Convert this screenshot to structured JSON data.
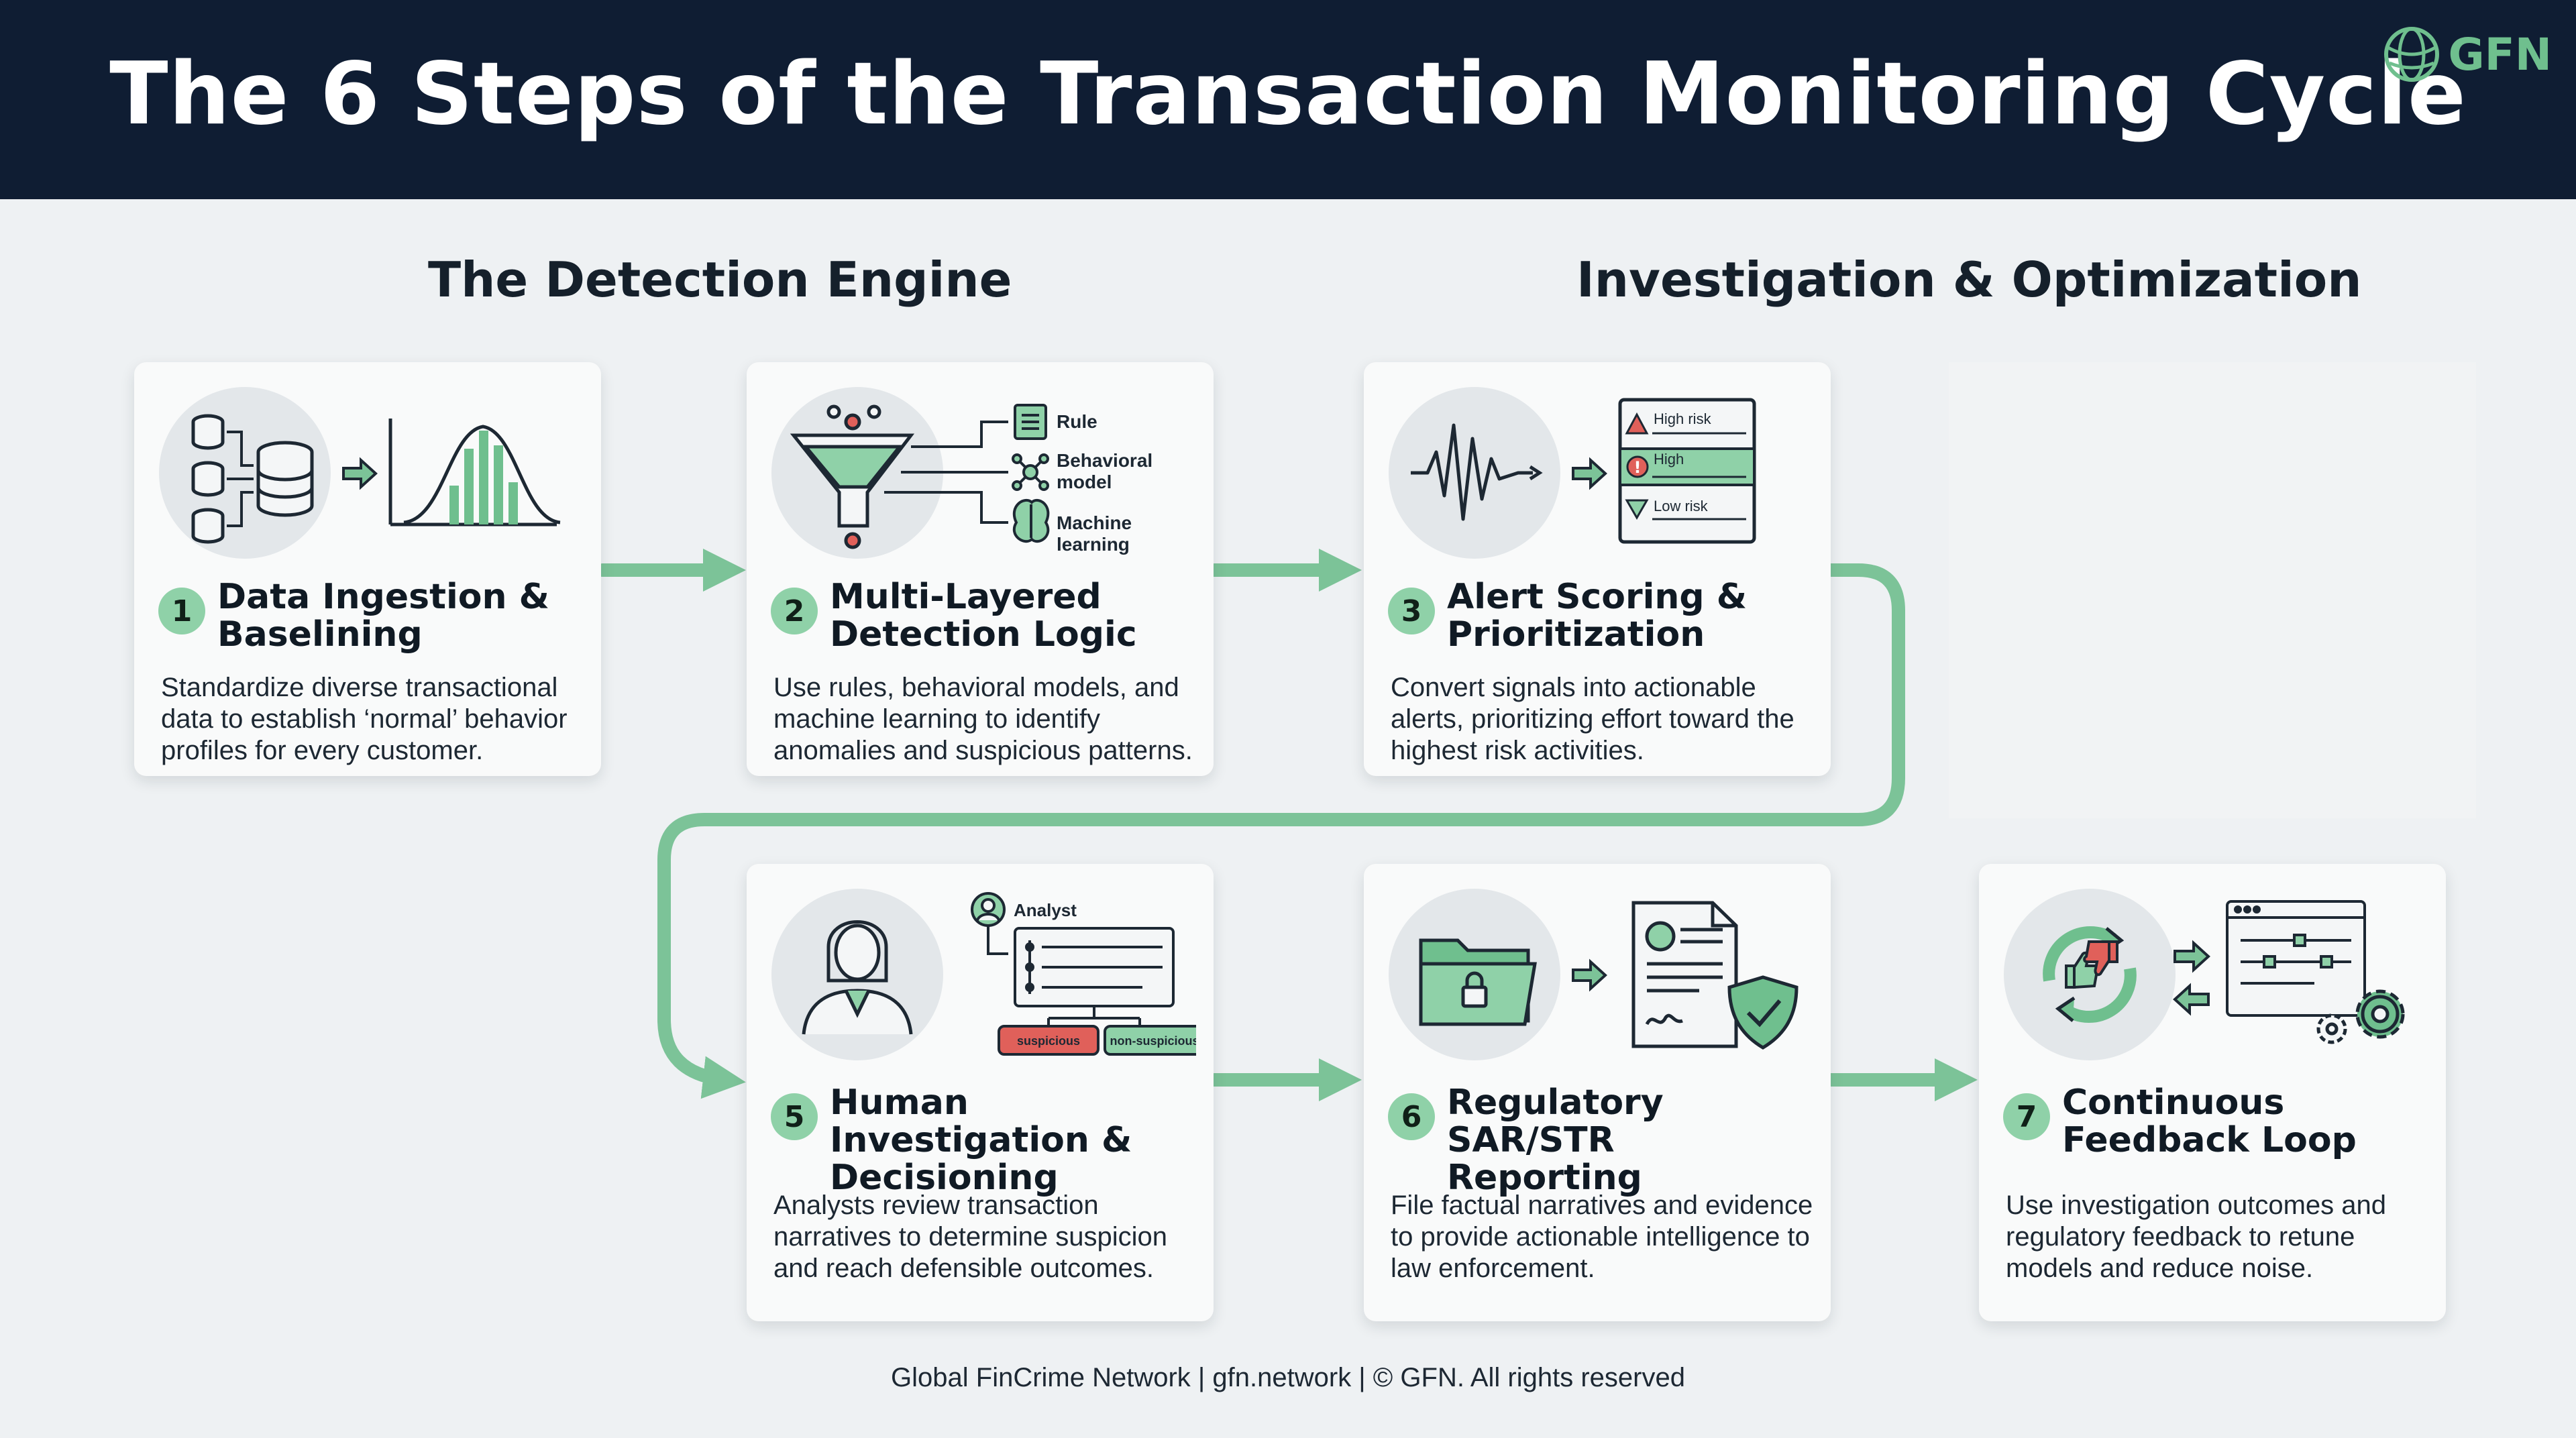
{
  "header": {
    "title": "The 6 Steps of the Transaction Monitoring Cycle",
    "logo_text": "GFN"
  },
  "sections": {
    "left": "The Detection Engine",
    "right": "Investigation & Optimization"
  },
  "steps": [
    {
      "number": "1",
      "title": "Data Ingestion & Baselining",
      "description": "Standardize diverse transactional data to establish ‘normal’ behavior profiles for every customer."
    },
    {
      "number": "2",
      "title": "Multi-Layered Detection Logic",
      "description": "Use rules, behavioral models, and machine learning to identify anomalies and suspicious patterns.",
      "labels": {
        "rule": "Rule",
        "behavioral_model": "Behavioral model",
        "machine_learning": "Machine learning"
      }
    },
    {
      "number": "3",
      "title": "Alert Scoring & Prioritization",
      "description": "Convert signals into actionable alerts, prioritizing effort toward the highest risk activities.",
      "labels": {
        "high_risk": "High risk",
        "high": "High",
        "low_risk": "Low risk"
      }
    },
    {
      "number": "5",
      "title": "Human Investigation & Decisioning",
      "description": "Analysts review transaction narratives to determine suspicion and reach defensible outcomes.",
      "labels": {
        "analyst": "Analyst",
        "suspicious": "suspicious",
        "non_suspicious": "non-suspicious"
      }
    },
    {
      "number": "6",
      "title": "Regulatory SAR/STR Reporting",
      "description": "File factual narratives and evidence to provide actionable intelligence to law enforcement."
    },
    {
      "number": "7",
      "title": "Continuous Feedback Loop",
      "description": "Use investigation outcomes and regulatory feedback to retune models and reduce noise."
    }
  ],
  "footer": "Global FinCrime Network | gfn.network | © GFN. All rights reserved",
  "colors": {
    "header_bg": "#0f1d33",
    "accent_green": "#6fbf8e",
    "badge_green": "#8fd1a8",
    "alert_red": "#e0605a",
    "page_bg": "#eef1f3"
  }
}
